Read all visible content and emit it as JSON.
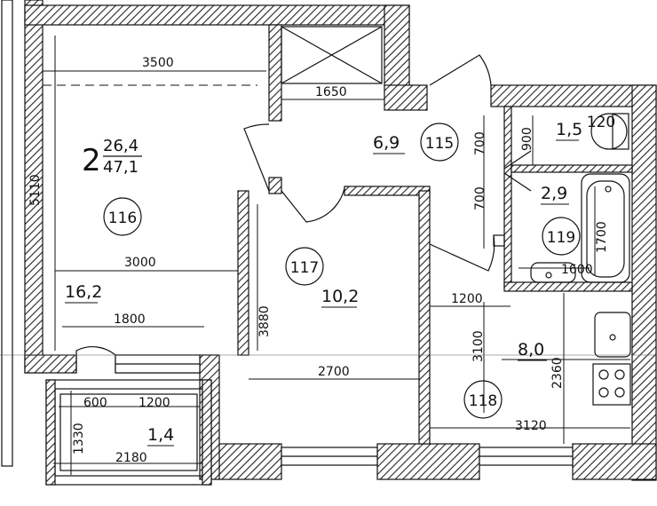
{
  "apartment": {
    "rooms_count": "2",
    "living_area": "26,4",
    "total_area": "47,1"
  },
  "rooms": [
    {
      "number": "116",
      "area": "16,2"
    },
    {
      "number": "115",
      "area": "6,9"
    },
    {
      "number": "117",
      "area": "10,2"
    },
    {
      "number": "118",
      "area": "8,0"
    },
    {
      "number": "119",
      "area": "2,9"
    },
    {
      "number": "120",
      "area": "1,5"
    },
    {
      "number": "",
      "area": "1,4"
    }
  ],
  "dimensions": {
    "d3500": "3500",
    "d1650": "1650",
    "d5110": "5110",
    "d3000": "3000",
    "d1800": "1800",
    "d3880": "3880",
    "d2700": "2700",
    "d700a": "700",
    "d700b": "700",
    "d900": "900",
    "d1700": "1700",
    "d1600": "1600",
    "d1200": "1200",
    "d3100": "3100",
    "d2360": "2360",
    "d3120": "3120",
    "d600": "600",
    "d1200b": "1200",
    "d1330": "1330",
    "d2180": "2180"
  },
  "colors": {
    "wall_fill": "#8a8a8a",
    "line": "#111111"
  }
}
